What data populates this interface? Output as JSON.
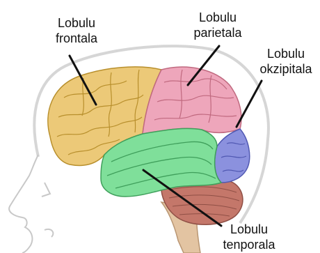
{
  "labels": {
    "frontal": {
      "line1": "Lobulu",
      "line2": "frontala"
    },
    "parietal": {
      "line1": "Lobulu",
      "line2": "parietala"
    },
    "occipital": {
      "line1": "Lobulu",
      "line2": "okzipitala"
    },
    "temporal": {
      "line1": "Lobulu",
      "line2": "tenporala"
    }
  },
  "colors": {
    "frontal": "#ecc978",
    "parietal": "#eea6bb",
    "occipital": "#8b91de",
    "temporal": "#7fdf9a",
    "cerebellum": "#c4776a",
    "brainstem": "#e3c4a2",
    "skull": "#d6d6d6",
    "face": "#c8c8c8",
    "pointer": "#111111"
  }
}
